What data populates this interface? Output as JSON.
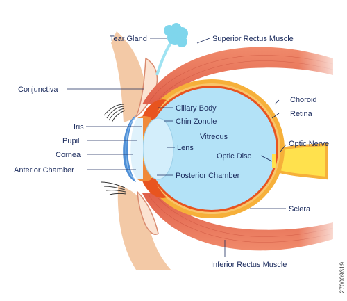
{
  "labels": {
    "tear_gland": "Tear Gland",
    "superior_rectus": "Superior Rectus Muscle",
    "conjunctiva": "Conjunctiva",
    "choroid": "Choroid",
    "ciliary_body": "Ciliary Body",
    "chin_zonule": "Chin Zonule",
    "retina": "Retina",
    "iris": "Iris",
    "pupil": "Pupil",
    "vitreous": "Vitreous",
    "lens": "Lens",
    "optic_nerve": "Optic Nerve",
    "cornea": "Cornea",
    "optic_disc": "Optic Disc",
    "anterior_chamber": "Anterior Chamber",
    "posterior_chamber": "Posterior Chamber",
    "sclera": "Sclera",
    "inferior_rectus": "Inferior Rectus Muscle"
  },
  "watermark": "270009319",
  "colors": {
    "skin": "#f3c9a6",
    "muscle": "#e9735a",
    "sclera": "#f6b03a",
    "retina": "#e8541f",
    "vitreous": "#b3e2f7",
    "lens": "#d3eefb",
    "cornea": "#4f8fd6",
    "optic_nerve": "#ffe14d",
    "line": "#1a2a5c"
  }
}
